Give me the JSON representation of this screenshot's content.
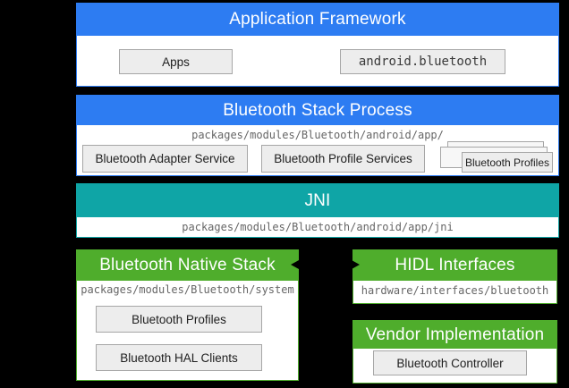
{
  "colors": {
    "blue": "#2D7CF2",
    "teal": "#0FA5A6",
    "green": "#4FAD2C",
    "background": "#000000",
    "box_fill": "#EDEDED",
    "box_border": "#A6A6A6",
    "path_text": "#666666"
  },
  "diagram": {
    "app_framework": {
      "title": "Application Framework",
      "apps": "Apps",
      "api": "android.bluetooth"
    },
    "stack_process": {
      "title": "Bluetooth Stack Process",
      "path": "packages/modules/Bluetooth/android/app/",
      "adapter_service": "Bluetooth Adapter Service",
      "profile_services": "Bluetooth Profile Services",
      "profiles": "Bluetooth Profiles"
    },
    "jni": {
      "title": "JNI",
      "path": "packages/modules/Bluetooth/android/app/jni"
    },
    "native_stack": {
      "title": "Bluetooth Native Stack",
      "path": "packages/modules/Bluetooth/system",
      "profiles": "Bluetooth Profiles",
      "hal_clients": "Bluetooth HAL Clients"
    },
    "hidl": {
      "title": "HIDL Interfaces",
      "path": "hardware/interfaces/bluetooth"
    },
    "vendor": {
      "title": "Vendor Implementation",
      "controller": "Bluetooth Controller"
    }
  }
}
